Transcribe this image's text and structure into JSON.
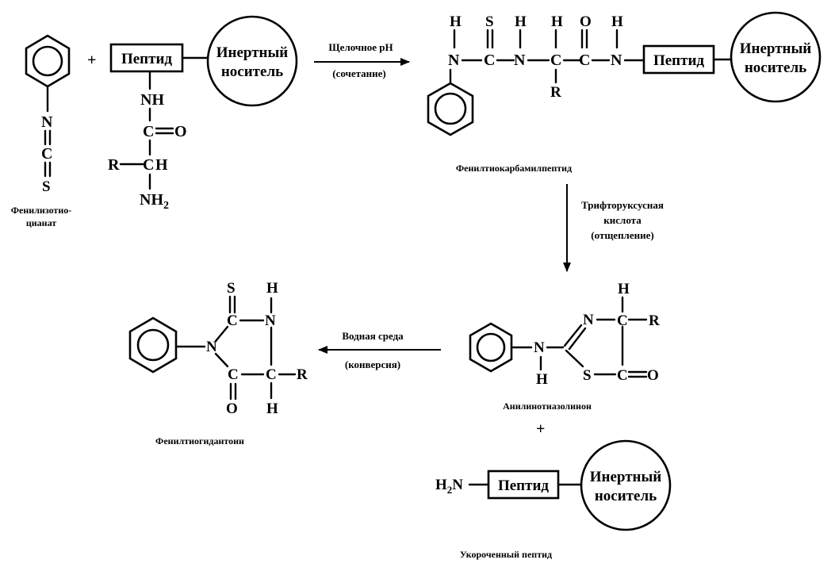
{
  "peptide_label": "Пептид",
  "carrier_label": [
    "Инертный",
    "носитель"
  ],
  "plus": "+",
  "atoms": {
    "N": "N",
    "C": "C",
    "S": "S",
    "H": "H",
    "O": "O",
    "R": "R",
    "NH": "NH",
    "NH2": "NH",
    "sub2": "2",
    "H2N_H": "H",
    "H2N_N": "N"
  },
  "reagent": {
    "caption_line1": "Фенилизотио-",
    "caption_line2": "цианат"
  },
  "step1": {
    "line1": "Щелочное pH",
    "line2": "(сочетание)"
  },
  "product1": {
    "caption": "Фенилтиокарбамилпептид"
  },
  "step2": {
    "line1": "Трифторуксусная",
    "line2": "кислота",
    "line3": "(отщепление)"
  },
  "product2": {
    "caption": "Анилинотиазолинон"
  },
  "step3": {
    "line1": "Водная среда",
    "line2": "(конверсия)"
  },
  "product3": {
    "caption": "Фенилтиогидантоин"
  },
  "shortened": {
    "caption": "Укороченный пептид"
  }
}
